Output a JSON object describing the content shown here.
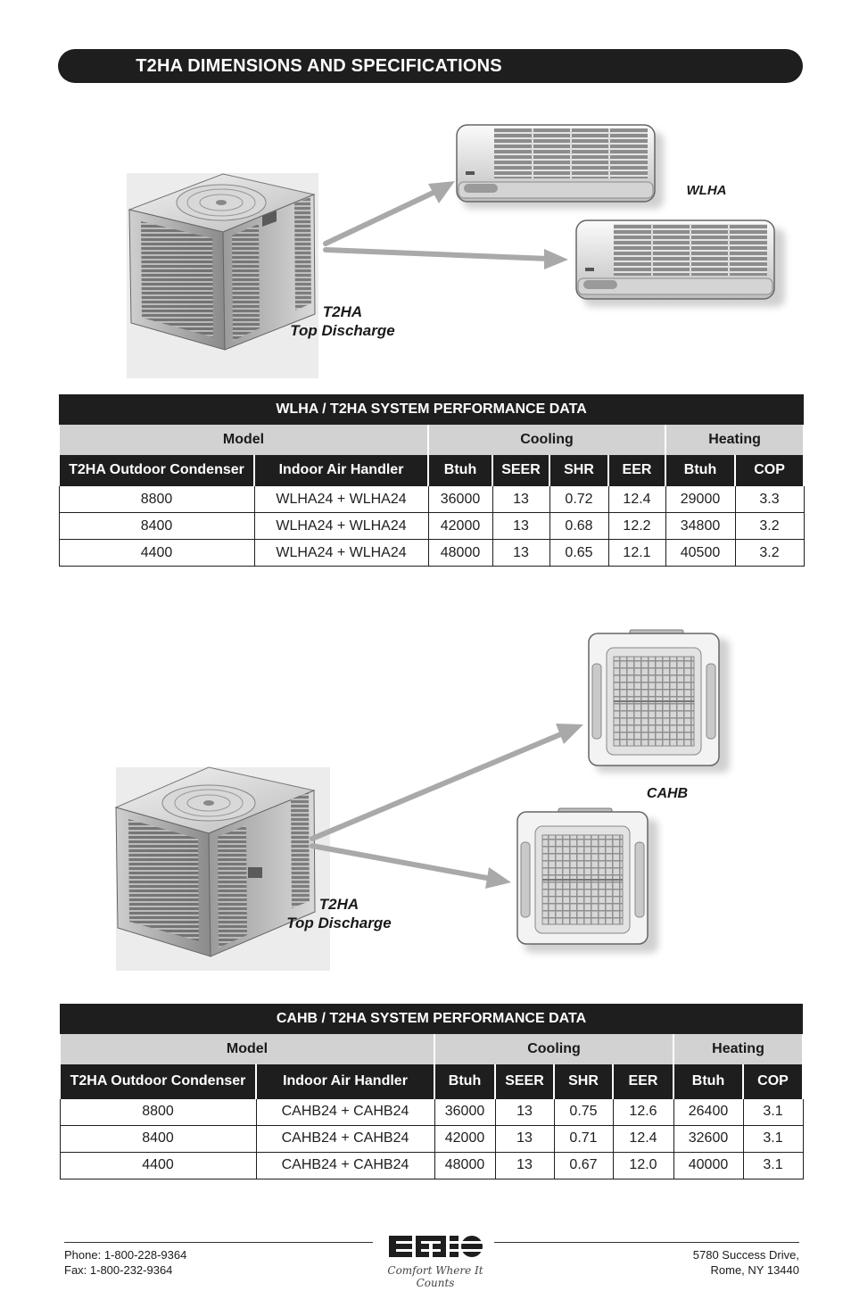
{
  "page": {
    "title": "T2HA DIMENSIONS AND SPECIFICATIONS"
  },
  "figure1": {
    "condenser_caption_line1": "T2HA",
    "condenser_caption_line2": "Top Discharge",
    "indoor_caption": "WLHA"
  },
  "table1": {
    "title": "WLHA / T2HA SYSTEM PERFORMANCE DATA",
    "groups": [
      "Model",
      "Cooling",
      "Heating"
    ],
    "columns": [
      "T2HA Outdoor Condenser",
      "Indoor Air Handler",
      "Btuh",
      "SEER",
      "SHR",
      "EER",
      "Btuh",
      "COP"
    ],
    "rows": [
      [
        "8800",
        "WLHA24 + WLHA24",
        "36000",
        "13",
        "0.72",
        "12.4",
        "29000",
        "3.3"
      ],
      [
        "8400",
        "WLHA24 + WLHA24",
        "42000",
        "13",
        "0.68",
        "12.2",
        "34800",
        "3.2"
      ],
      [
        "4400",
        "WLHA24 + WLHA24",
        "48000",
        "13",
        "0.65",
        "12.1",
        "40500",
        "3.2"
      ]
    ]
  },
  "figure2": {
    "condenser_caption_line1": "T2HA",
    "condenser_caption_line2": "Top Discharge",
    "indoor_caption": "CAHB"
  },
  "table2": {
    "title": "CAHB / T2HA SYSTEM PERFORMANCE DATA",
    "groups": [
      "Model",
      "Cooling",
      "Heating"
    ],
    "columns": [
      "T2HA Outdoor Condenser",
      "Indoor Air Handler",
      "Btuh",
      "SEER",
      "SHR",
      "EER",
      "Btuh",
      "COP"
    ],
    "rows": [
      [
        "8800",
        "CAHB24 + CAHB24",
        "36000",
        "13",
        "0.75",
        "12.6",
        "26400",
        "3.1"
      ],
      [
        "8400",
        "CAHB24 + CAHB24",
        "42000",
        "13",
        "0.71",
        "12.4",
        "32600",
        "3.1"
      ],
      [
        "4400",
        "CAHB24 + CAHB24",
        "48000",
        "13",
        "0.67",
        "12.0",
        "40000",
        "3.1"
      ]
    ]
  },
  "footer": {
    "phone": "Phone: 1-800-228-9364",
    "fax": "Fax: 1-800-232-9364",
    "address_line1": "5780 Success Drive,",
    "address_line2": "Rome, NY 13440",
    "logo_text": "EMI",
    "tagline": "Comfort Where It Counts"
  }
}
